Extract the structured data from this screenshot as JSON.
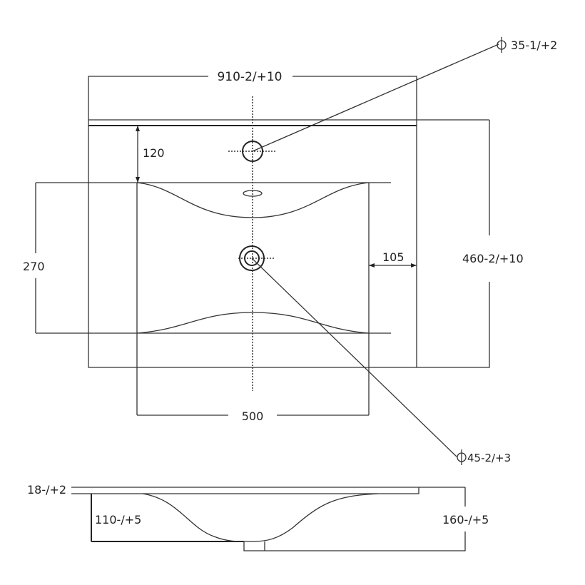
{
  "drawing": {
    "top_view": {
      "width_dim": "910-2/+10",
      "depth_dim": "460-2/+10",
      "tap_offset_dim": "120",
      "bowl_depth_dim": "270",
      "side_margin_dim": "105",
      "bowl_width_dim": "500",
      "tap_hole_dim": "35-1/+2",
      "drain_hole_dim": "45-2/+3"
    },
    "side_view": {
      "slab_thickness_dim": "18-/+2",
      "bowl_height_dim": "110-/+5",
      "total_height_dim": "160-/+5"
    }
  }
}
